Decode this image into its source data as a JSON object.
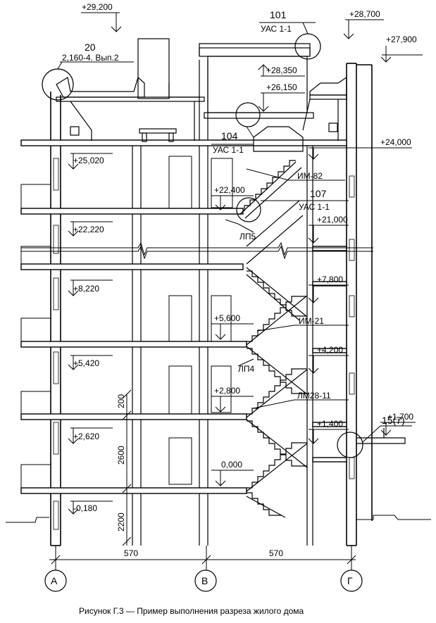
{
  "caption": "Рисунок  Г.3 — Пример выполнения разреза жилого дома",
  "elevations": {
    "top_29200": "+29,200",
    "top_28700": "+28,700",
    "top_27900": "+27,900",
    "e28350": "+28,350",
    "e26150": "+26,150",
    "e24000": "+24,000",
    "e25020": "+25,020",
    "e22400": "+22,400",
    "e22220": "+22,220",
    "e21000": "+21,000",
    "e8220": "+8,220",
    "e7800": "+7,800",
    "e5600": "+5,600",
    "e5420": "+5,420",
    "e4200": "+4,200",
    "e2800": "+2,800",
    "e2620": "+2,620",
    "e1700": "+1,700",
    "e1400": "+1,400",
    "e0000": "0,000",
    "em0180": "-0,180"
  },
  "callouts": {
    "n20": "20",
    "n20_ref": "2,160-4. Вып.2",
    "n101": "101",
    "n101_ref": "УАС 1-1",
    "n104": "104",
    "n104_ref": "УАС 1-1",
    "n107": "107",
    "n107_ref": "УАС 1-1",
    "n15": "15(7)"
  },
  "elements": {
    "im82": "ИМ-82",
    "lp5": "ЛП5",
    "im21": "ИМ-21",
    "lp4": "ЛП4",
    "lm28": "ЛМ28-11"
  },
  "dimensions": {
    "d200": "200",
    "d2600": "2600",
    "d2200": "2200",
    "span_ab": "570",
    "span_bg": "570"
  },
  "axes": {
    "a": "А",
    "b": "В",
    "g": "Г"
  }
}
